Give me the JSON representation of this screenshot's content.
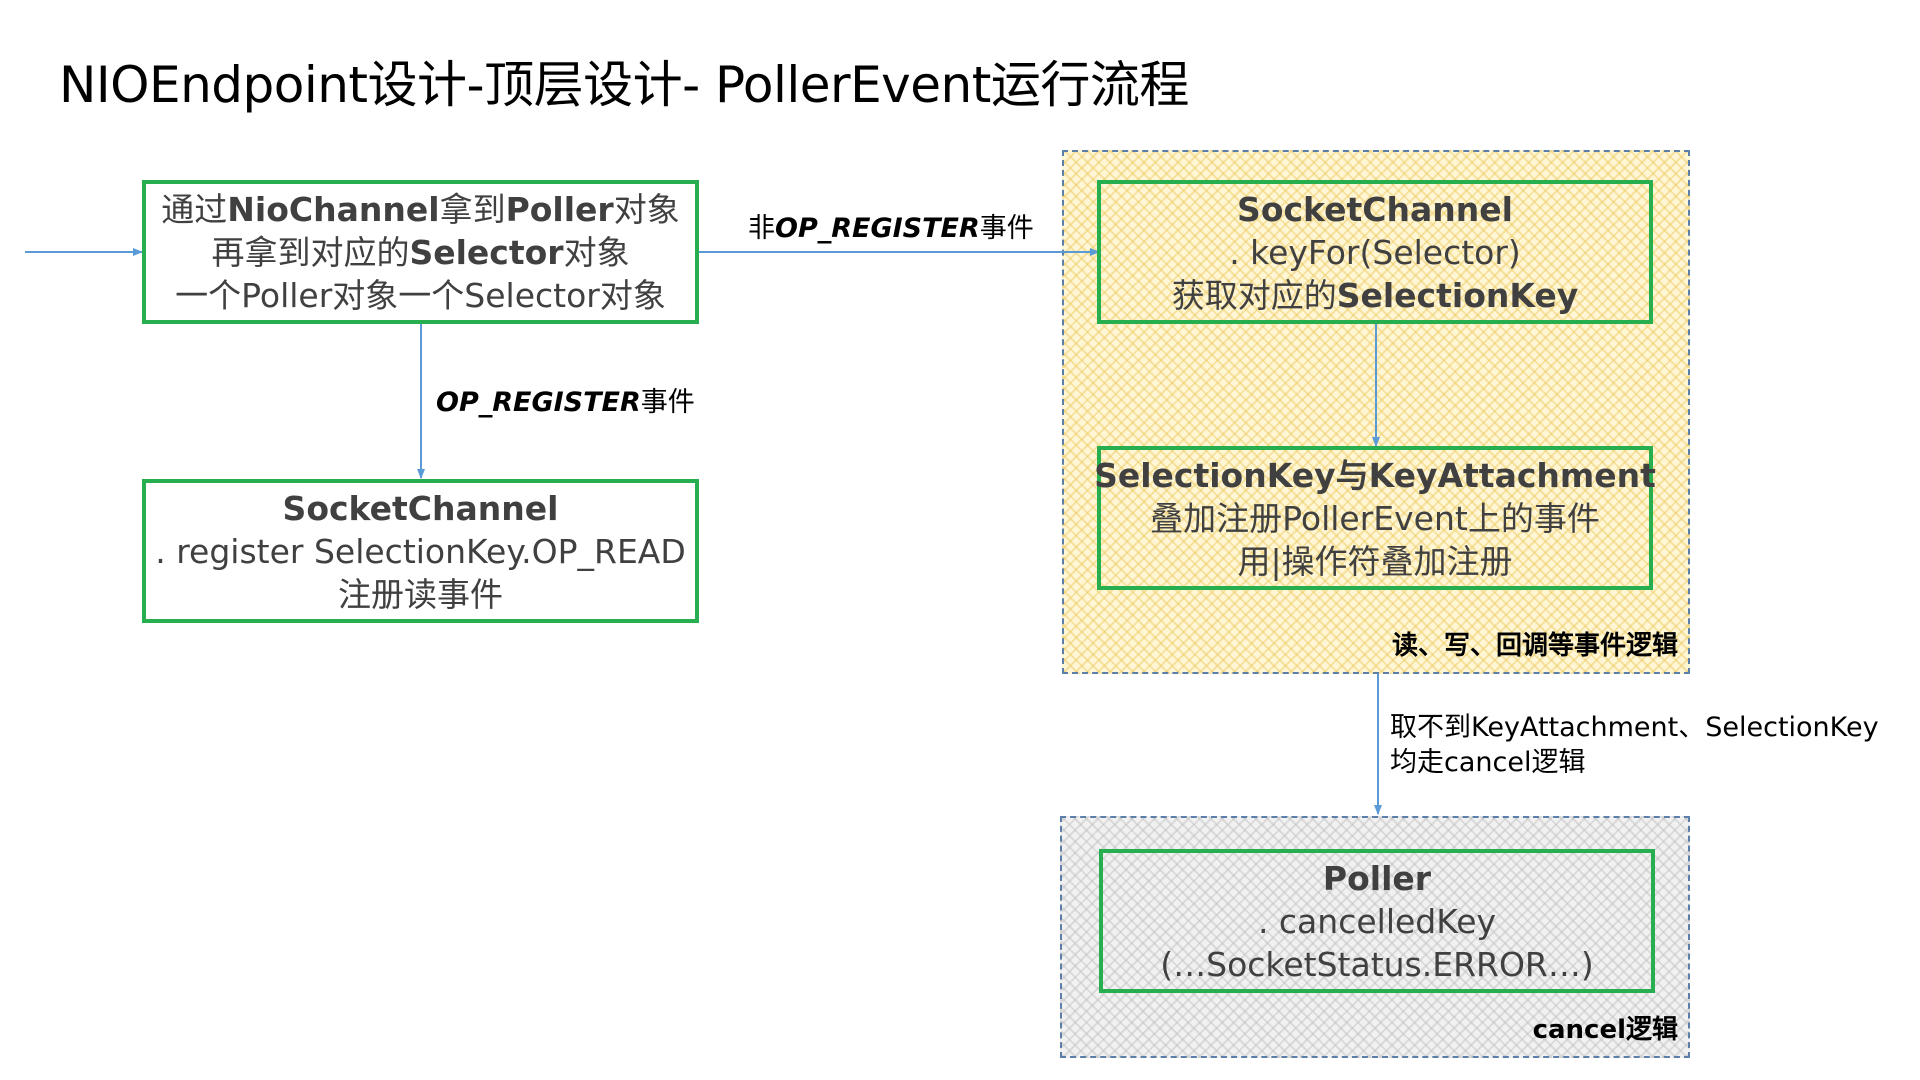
{
  "title": "NIOEndpoint设计-顶层设计- PollerEvent运行流程",
  "boxes": {
    "poller_selector": {
      "line1": {
        "a": "通过",
        "b": "NioChannel",
        "c": "拿到",
        "d": "Poller",
        "e": "对象"
      },
      "line2": {
        "a": "再拿到对应的",
        "b": "Selector",
        "c": "对象"
      },
      "line3": "一个Poller对象一个Selector对象"
    },
    "register_read": {
      "line1": "SocketChannel",
      "line2": ". register SelectionKey.OP_READ",
      "line3": "注册读事件"
    },
    "key_for": {
      "line1": "SocketChannel",
      "line2": ". keyFor(Selector)",
      "line3": {
        "a": "获取对应的",
        "b": "SelectionKey"
      }
    },
    "key_attachment": {
      "line1": "SelectionKey与KeyAttachment",
      "line2": "叠加注册PollerEvent上的事件",
      "line3": "用|操作符叠加注册"
    },
    "cancelled_key": {
      "line1": "Poller",
      "line2": ". cancelledKey",
      "line3": "(…SocketStatus.ERROR…)"
    }
  },
  "groups": {
    "event_logic_label": "读、写、回调等事件逻辑",
    "cancel_logic_label": "cancel逻辑"
  },
  "edges": {
    "non_register": {
      "prefix": "非",
      "event": "OP_REGISTER",
      "suffix": "事件"
    },
    "register": {
      "event": "OP_REGISTER",
      "suffix": "事件"
    },
    "cancel": {
      "line1": "取不到KeyAttachment、SelectionKey",
      "line2": "均走cancel逻辑"
    }
  },
  "colors": {
    "box_border": "#27ae4f",
    "arrow": "#5b9bd5",
    "group_border": "#5b7fa8",
    "event_group_fill": "#fff6d6",
    "cancel_group_fill": "#f1f1f1"
  }
}
